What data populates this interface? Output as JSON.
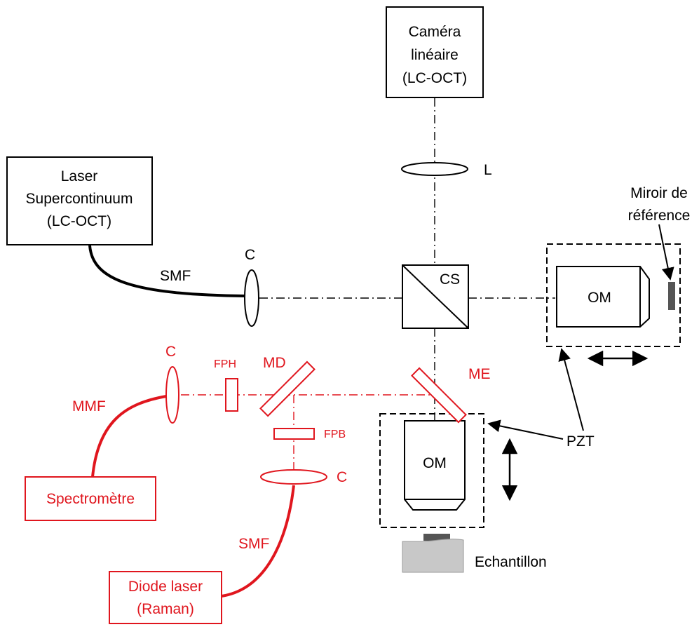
{
  "colors": {
    "black": "#000000",
    "red": "#e0161e",
    "sample": "#c8c8c8",
    "sample_top": "#555555"
  },
  "labels": {
    "camera_line1": "Caméra",
    "camera_line2": "linéaire",
    "camera_line3": "(LC-OCT)",
    "laser_line1": "Laser",
    "laser_line2": "Supercontinuum",
    "laser_line3": "(LC-OCT)",
    "lens_L": "L",
    "collimator_top": "C",
    "smf_top": "SMF",
    "cube_splitter": "CS",
    "mirror_label_line1": "Miroir de",
    "mirror_label_line2": "référence",
    "objective_ref": "OM",
    "objective_sample": "OM",
    "pzt": "PZT",
    "collimator_left_red": "C",
    "fph": "FPH",
    "md": "MD",
    "me": "ME",
    "mmf": "MMF",
    "fpb": "FPB",
    "collimator_bottom_red": "C",
    "spectrometer": "Spectromètre",
    "smf_red": "SMF",
    "diode_line1": "Diode laser",
    "diode_line2": "(Raman)",
    "sample": "Echantillon"
  }
}
